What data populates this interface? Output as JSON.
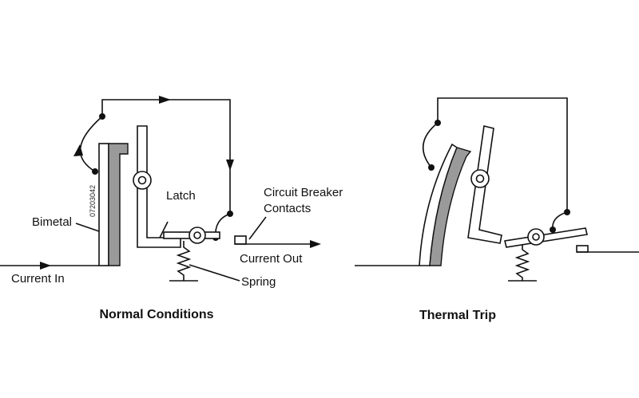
{
  "labels": {
    "bimetal": "Bimetal",
    "current_in": "Current In",
    "latch": "Latch",
    "contacts_line1": "Circuit Breaker",
    "contacts_line2": "Contacts",
    "current_out": "Current Out",
    "spring": "Spring",
    "figure_code": "07203042"
  },
  "captions": {
    "normal": "Normal Conditions",
    "thermal": "Thermal Trip"
  },
  "colors": {
    "bimetal_fill": "#9a9a9a",
    "line": "#111111"
  }
}
